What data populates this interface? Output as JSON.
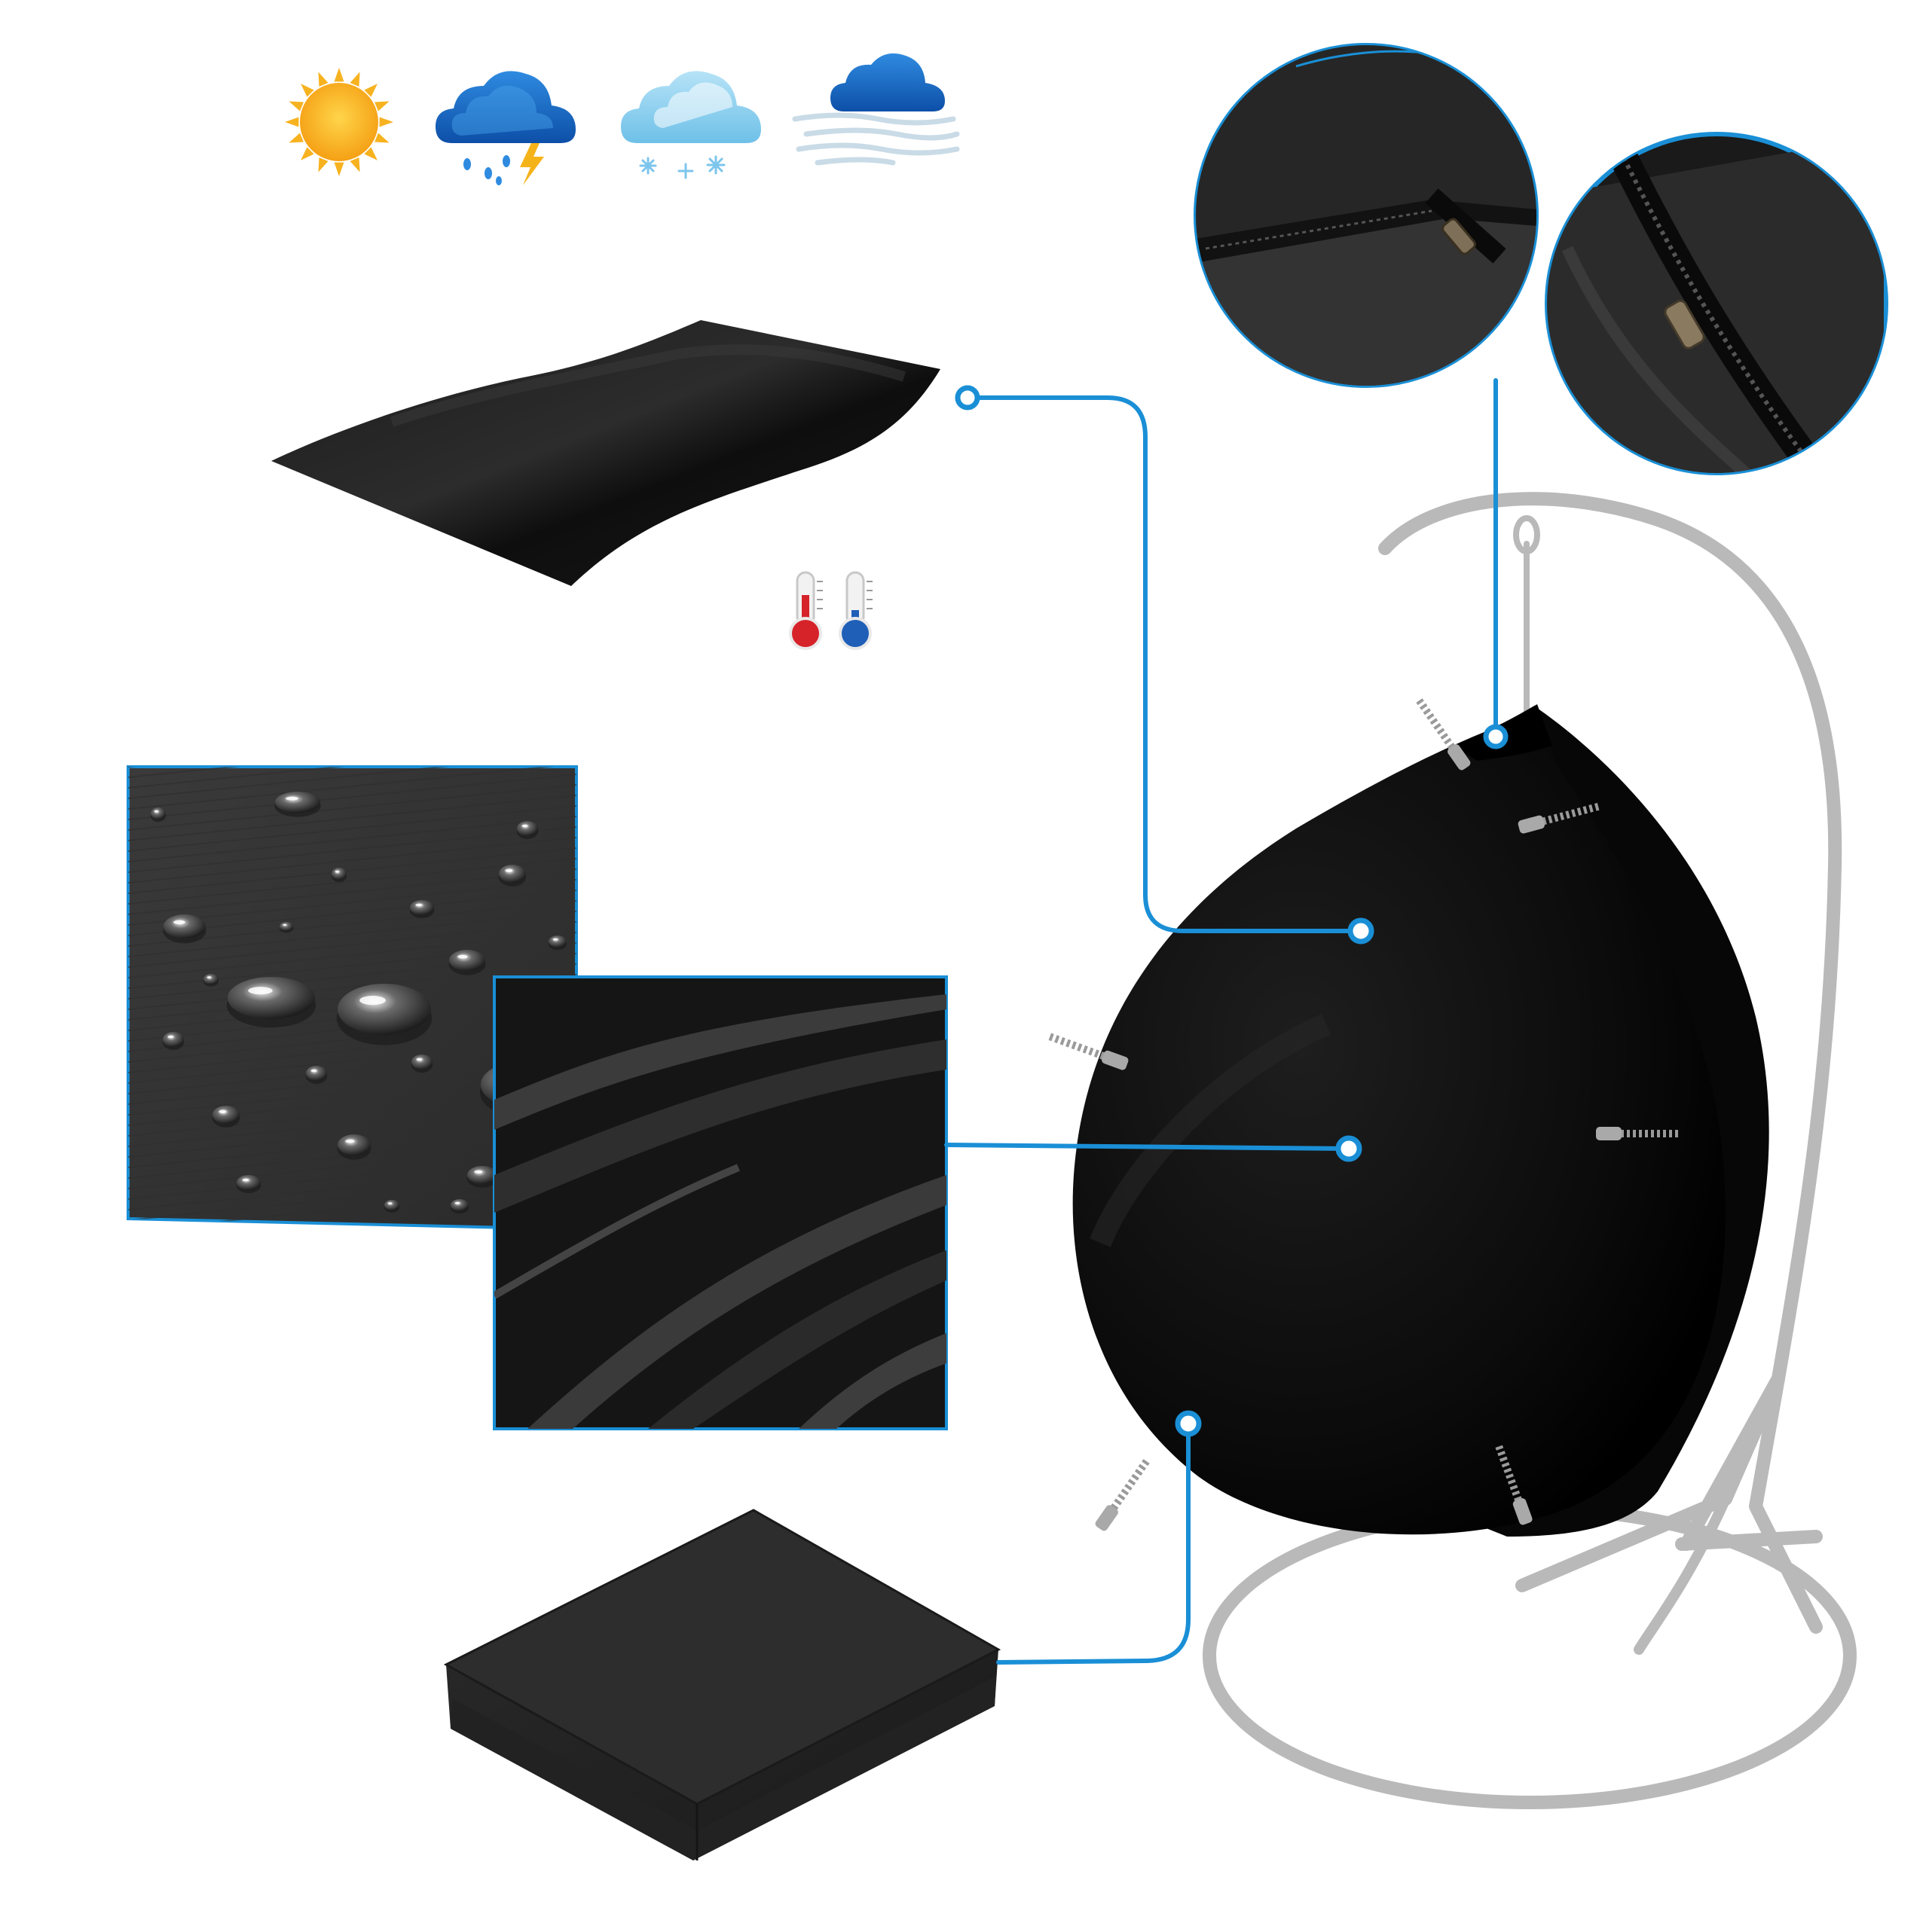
{
  "colors": {
    "accent": "#1a8fd6",
    "fabric": "#0d0d0d",
    "frame": "#b9b9b9",
    "background": "#ffffff"
  },
  "weather_icons": [
    {
      "name": "sun-icon"
    },
    {
      "name": "thunderstorm-rain-icon"
    },
    {
      "name": "snow-cloud-icon"
    },
    {
      "name": "wind-fog-icon"
    }
  ],
  "temperature_icons": [
    {
      "name": "thermometer-hot-icon",
      "color": "#d6232a"
    },
    {
      "name": "thermometer-cold-icon",
      "color": "#1f5fb8"
    }
  ],
  "panels": [
    {
      "name": "fabric-sheet-image"
    },
    {
      "name": "water-droplets-closeup"
    },
    {
      "name": "fabric-folds-closeup"
    },
    {
      "name": "folded-cover-image"
    },
    {
      "name": "zipper-corner-closeup"
    },
    {
      "name": "zipper-pull-closeup"
    }
  ],
  "product": {
    "name": "hanging-egg-chair-cover",
    "stand": "egg-chair-stand"
  },
  "zipper_markers": 6
}
